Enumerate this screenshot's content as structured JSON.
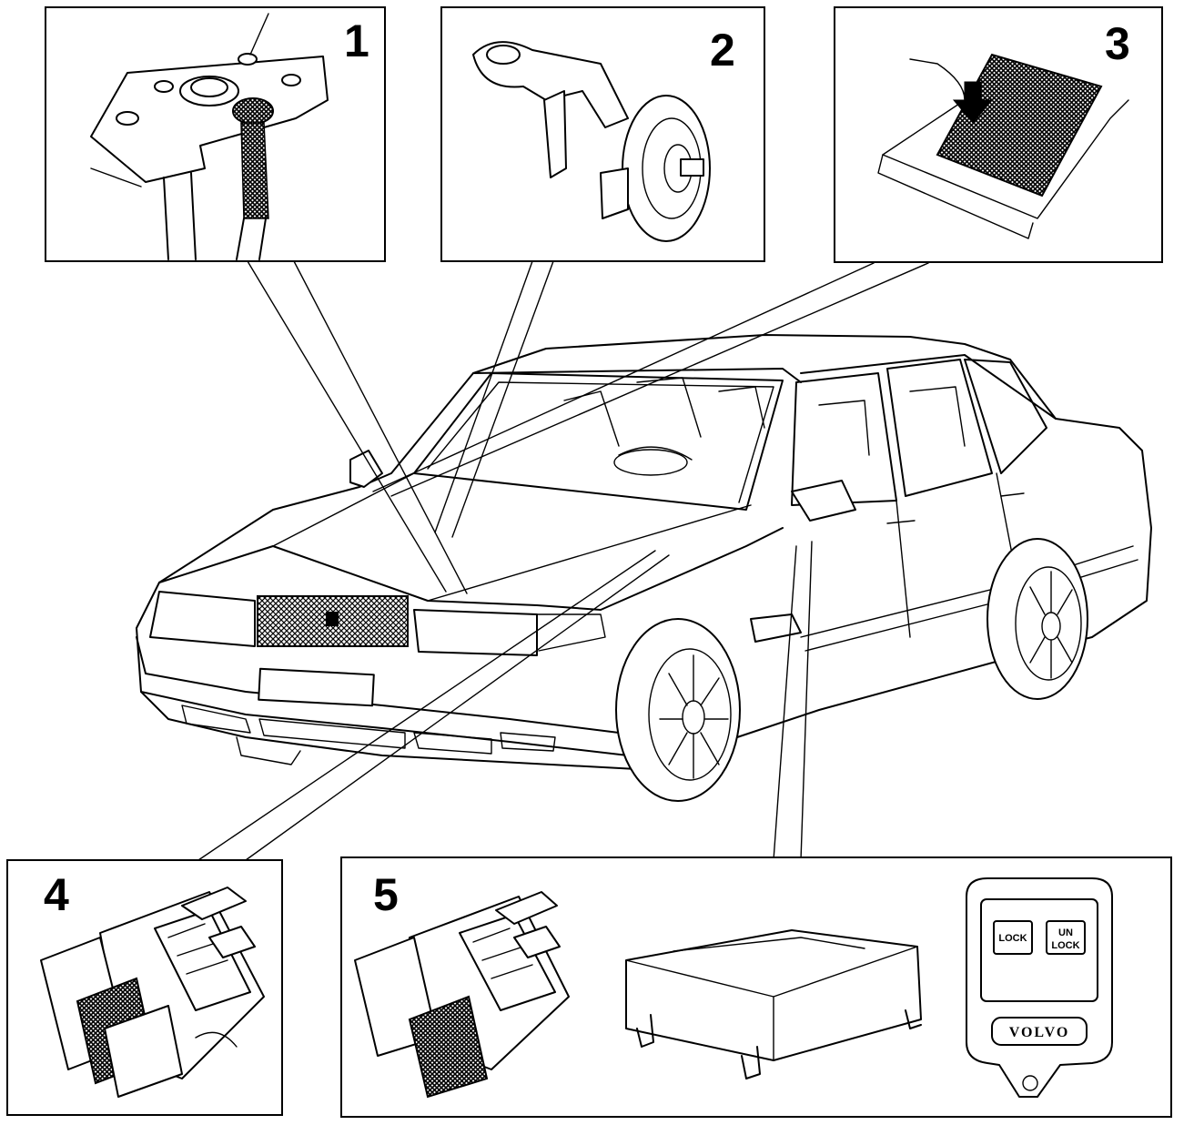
{
  "panels": [
    {
      "number": "1"
    },
    {
      "number": "2"
    },
    {
      "number": "3"
    },
    {
      "number": "4"
    },
    {
      "number": "5"
    }
  ],
  "remote": {
    "lock_label": "LOCK",
    "unlock_label_1": "UN",
    "unlock_label_2": "LOCK",
    "brand": "VOLVO"
  }
}
